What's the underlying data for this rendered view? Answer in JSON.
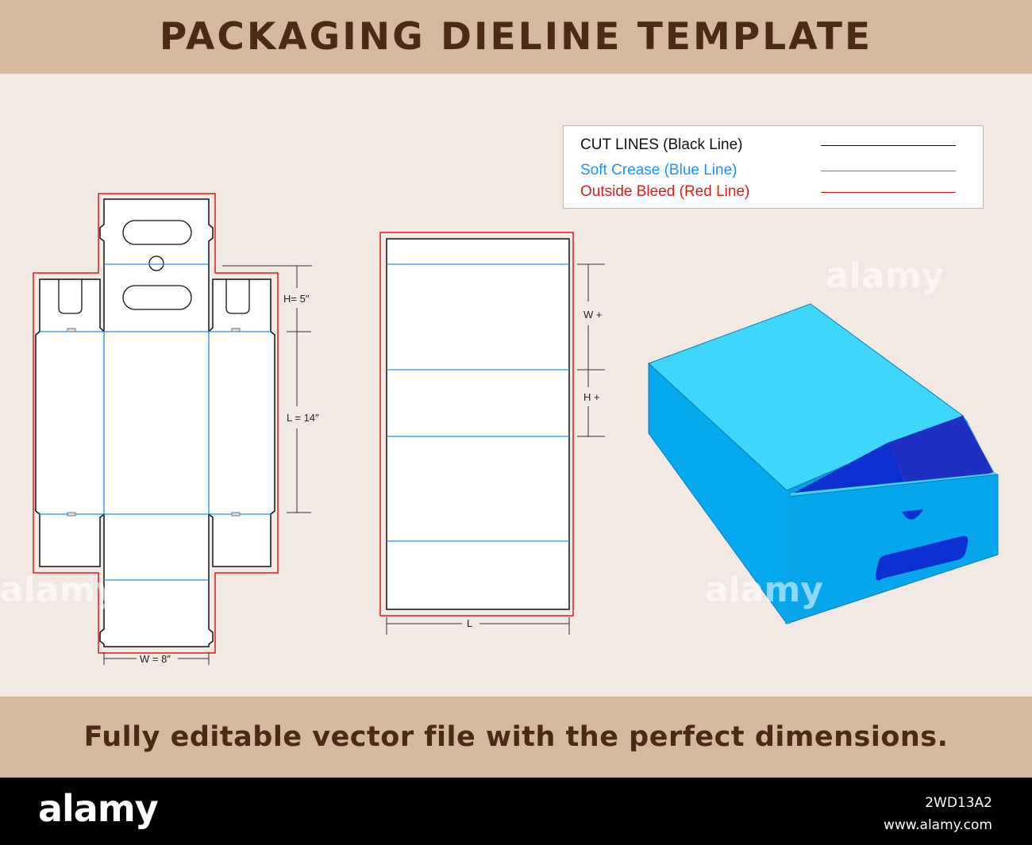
{
  "header": {
    "title": "PACKAGING DIELINE TEMPLATE"
  },
  "legend": {
    "items": [
      {
        "label": "CUT LINES (Black Line)",
        "color": "#111111"
      },
      {
        "label": "Soft Crease (Blue Line)",
        "color": "#1e90ff"
      },
      {
        "label": "Outside Bleed (Red Line)",
        "color": "#e01b1b"
      }
    ]
  },
  "dieline_left": {
    "dims": {
      "height": "H= 5″",
      "length": "L = 14″",
      "width": "W = 8″"
    }
  },
  "dieline_middle": {
    "dims": {
      "w_plus": "W +",
      "h_plus": "H +",
      "length": "L"
    }
  },
  "colors": {
    "cut": "#111111",
    "crease": "#1e90ff",
    "bleed": "#e01b1b",
    "box_light": "#3fd6fb",
    "box_mid": "#05a9ee",
    "box_dark": "#0b2fd1",
    "box_darker": "#1f2fc4"
  },
  "footer": {
    "tagline": "Fully editable vector file with the perfect dimensions."
  },
  "stock": {
    "logo": "alamy",
    "image_id": "2WD13A2",
    "site": "www.alamy.com"
  },
  "watermark": {
    "text": "alamy",
    "glyph": "a"
  }
}
